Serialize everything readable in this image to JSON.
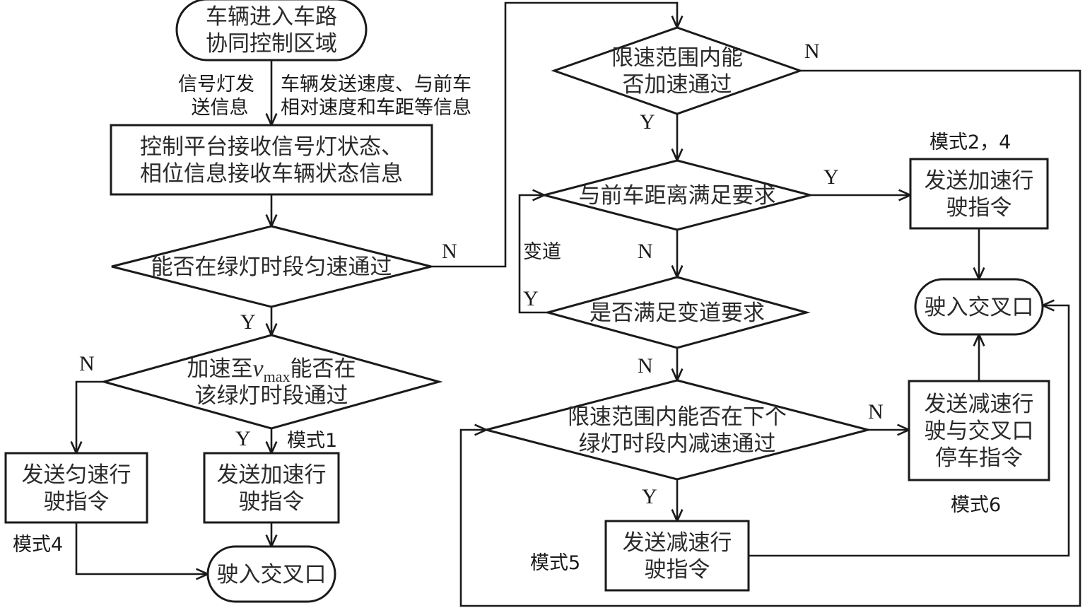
{
  "flowchart": {
    "nodes": {
      "start": {
        "shape": "terminal",
        "lines": [
          "车辆进入车路",
          "协同控制区域"
        ]
      },
      "platform": {
        "shape": "process",
        "lines": [
          "控制平台接收信号灯状态、",
          "相位信息接收车辆状态信息"
        ]
      },
      "d_uniform": {
        "shape": "decision",
        "lines": [
          "能否在绿灯时段匀速通过"
        ]
      },
      "d_vmax": {
        "shape": "decision",
        "lines": [
          "加速至{v}能否在",
          "该绿灯时段通过"
        ],
        "symbol": "v",
        "subscript": "max"
      },
      "send_uniform": {
        "shape": "process",
        "lines": [
          "发送匀速行",
          "驶指令"
        ]
      },
      "send_accel_1": {
        "shape": "process",
        "lines": [
          "发送加速行",
          "驶指令"
        ]
      },
      "enter_left": {
        "shape": "terminal",
        "lines": [
          "驶入交叉口"
        ]
      },
      "d_accel_limit": {
        "shape": "decision",
        "lines": [
          "限速范围内能",
          "否加速通过"
        ]
      },
      "d_distance": {
        "shape": "decision",
        "lines": [
          "与前车距离满足要求"
        ]
      },
      "d_lane": {
        "shape": "decision",
        "lines": [
          "是否满足变道要求"
        ]
      },
      "d_decel_next": {
        "shape": "decision",
        "lines": [
          "限速范围内能否在下个",
          "绿灯时段内减速通过"
        ]
      },
      "send_accel_2": {
        "shape": "process",
        "lines": [
          "发送加速行",
          "驶指令"
        ]
      },
      "enter_right": {
        "shape": "terminal",
        "lines": [
          "驶入交叉口"
        ]
      },
      "send_decel_stop": {
        "shape": "process",
        "lines": [
          "发送减速行",
          "驶与交叉口",
          "停车指令"
        ]
      },
      "send_decel": {
        "shape": "process",
        "lines": [
          "发送减速行",
          "驶指令"
        ]
      }
    },
    "edge_labels": {
      "signal_info": [
        "信号灯发",
        "送信息"
      ],
      "vehicle_info": [
        "车辆发送速度、与前车",
        "相对速度和车距等信息"
      ],
      "uniform_no": "N",
      "uniform_yes": "Y",
      "vmax_no": "N",
      "vmax_yes": "Y",
      "accel_limit_no": "N",
      "accel_limit_yes": "Y",
      "distance_yes": "Y",
      "distance_no": "N",
      "lane_change": "变道",
      "lane_yes": "Y",
      "lane_no": "N",
      "decel_next_no": "N",
      "decel_next_yes": "Y"
    },
    "mode_labels": {
      "mode1": "模式1",
      "mode4_left": "模式4",
      "mode2_4": "模式2，4",
      "mode5": "模式5",
      "mode6": "模式6"
    },
    "edges": [
      {
        "from": "start",
        "to": "platform"
      },
      {
        "from": "platform",
        "to": "d_uniform"
      },
      {
        "from": "d_uniform",
        "to": "d_vmax",
        "label": "Y"
      },
      {
        "from": "d_uniform",
        "to": "d_accel_limit",
        "label": "N"
      },
      {
        "from": "d_vmax",
        "to": "send_uniform",
        "label": "N"
      },
      {
        "from": "d_vmax",
        "to": "send_accel_1",
        "label": "Y"
      },
      {
        "from": "send_uniform",
        "to": "enter_left"
      },
      {
        "from": "send_accel_1",
        "to": "enter_left"
      },
      {
        "from": "d_accel_limit",
        "to": "d_distance",
        "label": "Y"
      },
      {
        "from": "d_accel_limit",
        "to": "d_decel_next",
        "label": "N"
      },
      {
        "from": "d_distance",
        "to": "send_accel_2",
        "label": "Y"
      },
      {
        "from": "d_distance",
        "to": "d_lane",
        "label": "N"
      },
      {
        "from": "d_lane",
        "to": "d_distance",
        "label": "Y"
      },
      {
        "from": "d_lane",
        "to": "d_decel_next",
        "label": "N"
      },
      {
        "from": "d_decel_next",
        "to": "send_decel_stop",
        "label": "N"
      },
      {
        "from": "d_decel_next",
        "to": "send_decel",
        "label": "Y"
      },
      {
        "from": "send_accel_2",
        "to": "enter_right"
      },
      {
        "from": "send_decel_stop",
        "to": "enter_right"
      },
      {
        "from": "send_decel",
        "to": "enter_right"
      }
    ]
  }
}
